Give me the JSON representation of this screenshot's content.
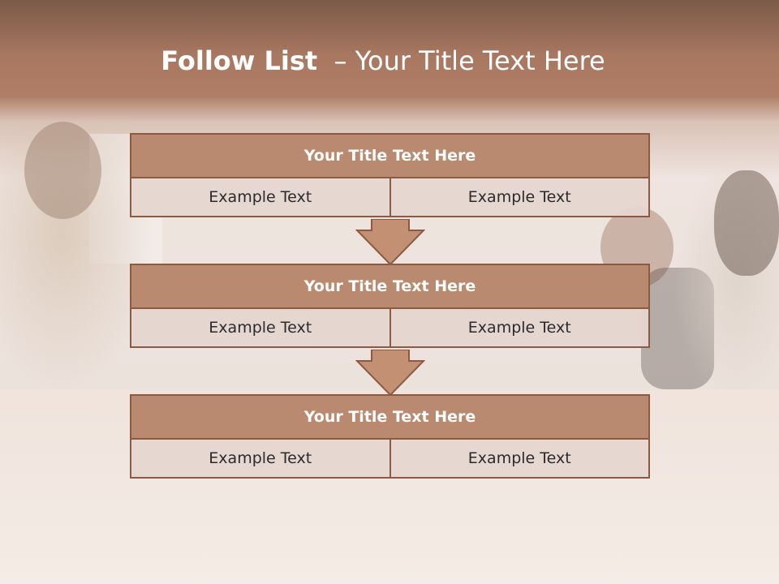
{
  "title": {
    "bold": "Follow List",
    "rest": "  – Your Title Text Here"
  },
  "blocks": [
    {
      "title": "Your Title Text Here",
      "cells": [
        "Example Text",
        "Example Text"
      ]
    },
    {
      "title": "Your Title Text Here",
      "cells": [
        "Example Text",
        "Example Text"
      ]
    },
    {
      "title": "Your Title Text Here",
      "cells": [
        "Example Text",
        "Example Text"
      ]
    }
  ],
  "colors": {
    "header_fill": "#b98a6f",
    "border": "#8c5a43",
    "cell_fill": "#e5d6cf",
    "arrow_fill": "#c39074"
  },
  "icons": {
    "arrow": "down-arrow-icon",
    "background": "meeting-photo"
  }
}
